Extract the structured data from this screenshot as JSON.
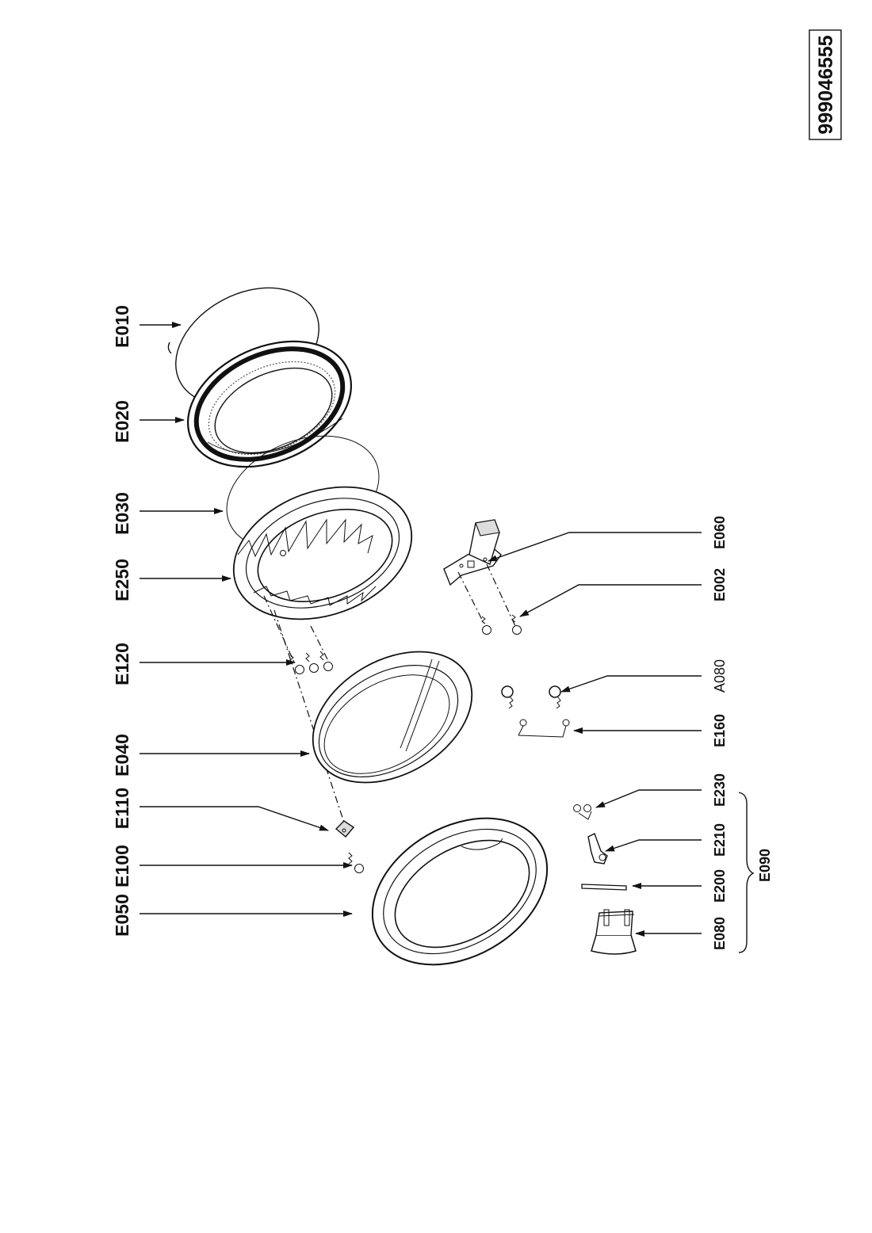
{
  "document_number": "999046555",
  "part_labels": {
    "E010": "E010",
    "E020": "E020",
    "E030": "E030",
    "E250": "E250",
    "E120": "E120",
    "E040": "E040",
    "E110": "E110",
    "E100": "E100",
    "E050": "E050",
    "E060": "E060",
    "E002": "E002",
    "A080": "A080",
    "E160": "E160",
    "E230": "E230",
    "E210": "E210",
    "E200": "E200",
    "E080": "E080",
    "E090": "E090"
  }
}
